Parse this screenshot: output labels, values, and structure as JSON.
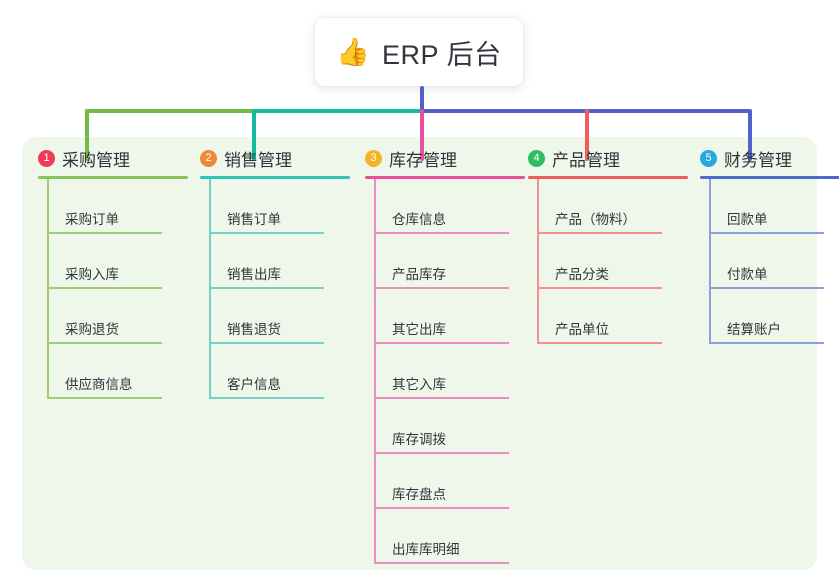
{
  "root": {
    "icon": "thumbs-up-emoji",
    "emoji": "👍",
    "title": "ERP 后台"
  },
  "palette": {
    "panel_bg": "#eef7ea",
    "card_bg": "#ffffff",
    "text": "#31353c",
    "green": "#74bb45",
    "teal": "#13bca0",
    "blue": "#5360c9",
    "magenta": "#e84f9c",
    "red": "#f15c5c",
    "periwinkle": "#7b8fd4"
  },
  "columns": [
    {
      "number": "1",
      "label": "采购管理",
      "badge_color": "#ef3b5b",
      "rule_color": "#88c45a",
      "line_color": "#9bcf72",
      "drop_color": "#74bb45",
      "items": [
        "采购订单",
        "采购入库",
        "采购退货",
        "供应商信息"
      ]
    },
    {
      "number": "2",
      "label": "销售管理",
      "badge_color": "#f0883a",
      "rule_color": "#2ec4b6",
      "line_color": "#74cfc4",
      "drop_color": "#13bca0",
      "items": [
        "销售订单",
        "销售出库",
        "销售退货",
        "客户信息"
      ]
    },
    {
      "number": "3",
      "label": "库存管理",
      "badge_color": "#f5b327",
      "rule_color": "#e84f9c",
      "line_color": "#e98ec0",
      "drop_color": "#e84f9c",
      "items": [
        "仓库信息",
        "产品库存",
        "其它出库",
        "其它入库",
        "库存调拨",
        "库存盘点",
        "出库库明细"
      ]
    },
    {
      "number": "4",
      "label": "产品管理",
      "badge_color": "#2dbe60",
      "rule_color": "#f15c5c",
      "line_color": "#f49090",
      "drop_color": "#f15c5c",
      "items": [
        "产品（物料）",
        "产品分类",
        "产品单位"
      ]
    },
    {
      "number": "5",
      "label": "财务管理",
      "badge_color": "#29a8e0",
      "rule_color": "#4f6bc8",
      "line_color": "#8ba0dd",
      "drop_color": "#5360c9",
      "items": [
        "回款单",
        "付款单",
        "结算账户"
      ]
    }
  ]
}
